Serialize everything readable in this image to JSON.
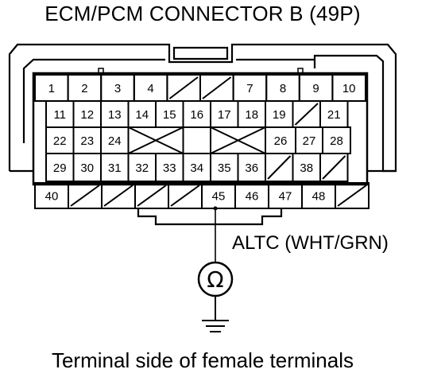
{
  "title": "ECM/PCM CONNECTOR B (49P)",
  "footer": "Terminal side of female terminals",
  "signal_label": "ALTC (WHT/GRN)",
  "meter_symbol": "Ω",
  "meter_icon": "ohmmeter-icon",
  "ground_icon": "ground-icon",
  "probed_terminal": "45",
  "rows": [
    [
      "1",
      "2",
      "3",
      "4",
      "",
      "",
      "7",
      "8",
      "9",
      "10"
    ],
    [
      "11",
      "12",
      "13",
      "14",
      "15",
      "16",
      "17",
      "18",
      "19",
      "",
      "21"
    ],
    [
      "22",
      "23",
      "24",
      "",
      "",
      "",
      "",
      "26",
      "27",
      "28"
    ],
    [
      "29",
      "30",
      "31",
      "32",
      "33",
      "34",
      "35",
      "36",
      "",
      "38",
      ""
    ],
    [
      "40",
      "",
      "",
      "",
      "",
      "45",
      "46",
      "47",
      "48",
      ""
    ]
  ]
}
